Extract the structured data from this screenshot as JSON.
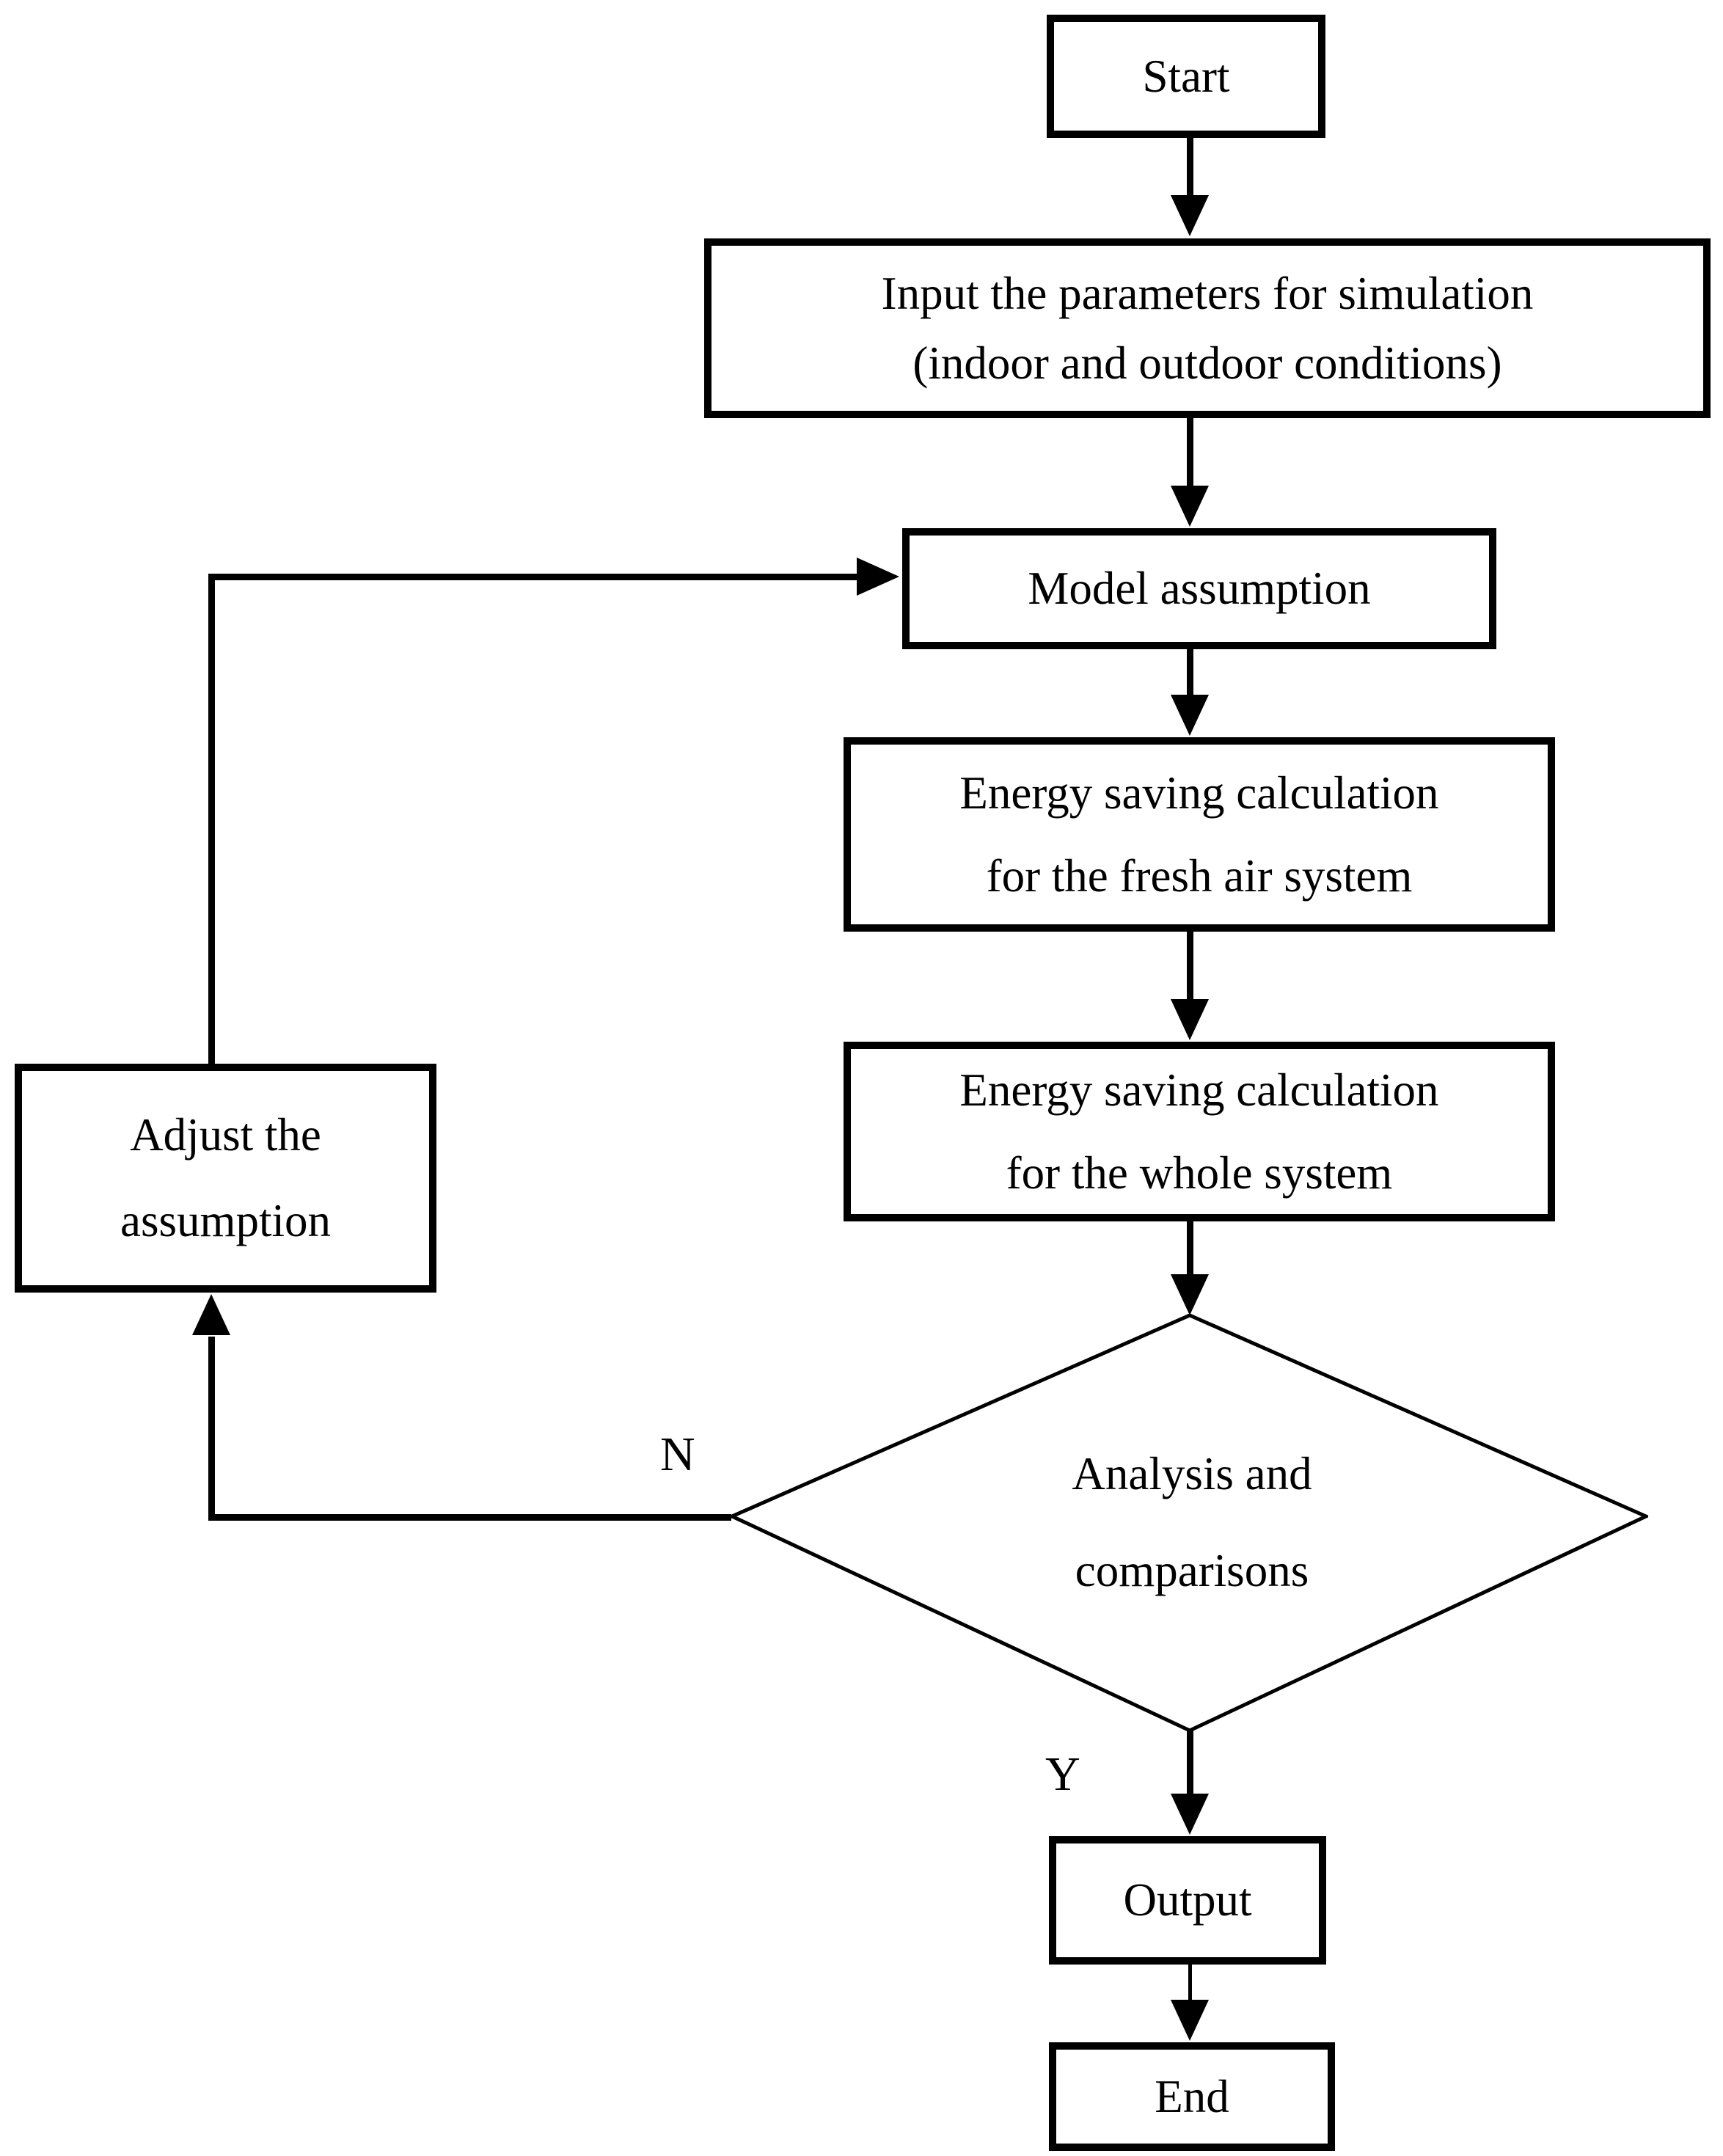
{
  "flowchart": {
    "nodes": {
      "start": {
        "label": "Start"
      },
      "input": {
        "line1": "Input the parameters for simulation",
        "line2": "(indoor and outdoor conditions)"
      },
      "model_assumption": {
        "label": "Model assumption"
      },
      "energy_fresh_air": {
        "line1": "Energy saving calculation",
        "line2": "for the fresh air system"
      },
      "energy_whole_system": {
        "line1": "Energy saving calculation",
        "line2": "for the whole system"
      },
      "decision": {
        "line1": "Analysis and",
        "line2": "comparisons"
      },
      "adjust_assumption": {
        "line1": "Adjust the",
        "line2": "assumption"
      },
      "output": {
        "label": "Output"
      },
      "end": {
        "label": "End"
      }
    },
    "branch_labels": {
      "no": "N",
      "yes": "Y"
    },
    "colors": {
      "stroke": "#000000",
      "fill": "#ffffff",
      "text": "#000000",
      "background": "#ffffff"
    }
  }
}
